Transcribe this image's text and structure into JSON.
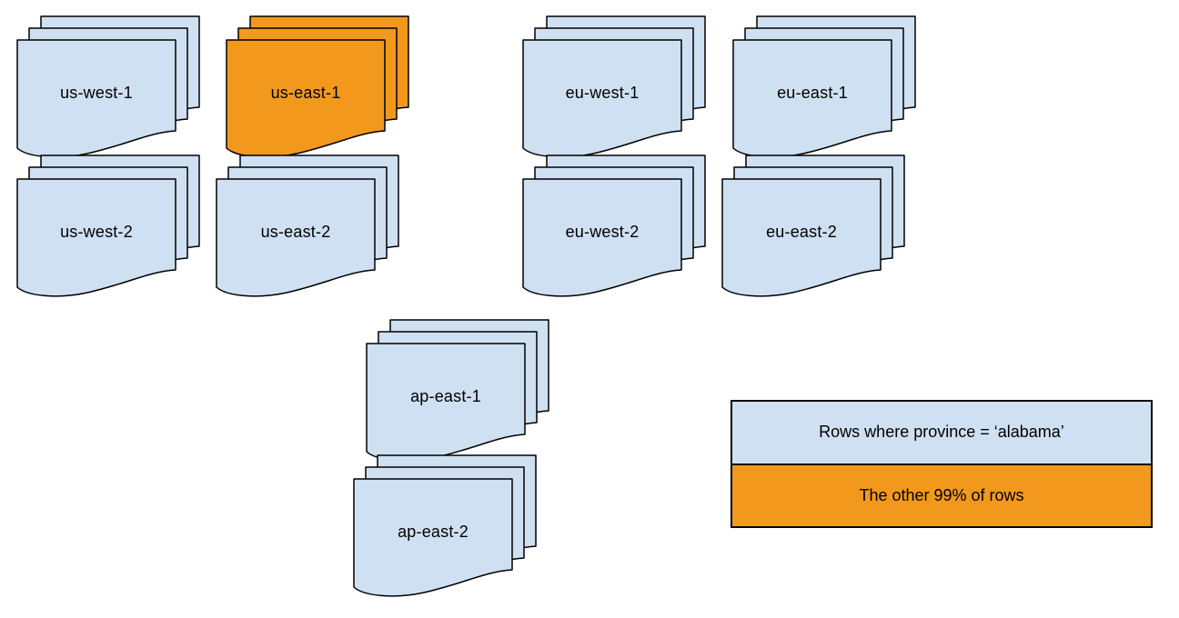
{
  "diagram": {
    "stacks": [
      {
        "label": "us-west-1",
        "highlighted": false
      },
      {
        "label": "us-east-1",
        "highlighted": true
      },
      {
        "label": "eu-west-1",
        "highlighted": false
      },
      {
        "label": "eu-east-1",
        "highlighted": false
      },
      {
        "label": "us-west-2",
        "highlighted": false
      },
      {
        "label": "us-east-2",
        "highlighted": false
      },
      {
        "label": "eu-west-2",
        "highlighted": false
      },
      {
        "label": "eu-east-2",
        "highlighted": false
      },
      {
        "label": "ap-east-1",
        "highlighted": false
      },
      {
        "label": "ap-east-2",
        "highlighted": false
      }
    ],
    "legend": {
      "items": [
        {
          "label": "Rows where province = ‘alabama’",
          "color": "#cfe0f2"
        },
        {
          "label": "The other 99% of rows",
          "color": "#f2991d"
        }
      ]
    },
    "colors": {
      "doc_fill": "#cfe0f2",
      "highlight_fill": "#f2991d",
      "stroke": "#000000",
      "background": "#ffffff"
    }
  }
}
